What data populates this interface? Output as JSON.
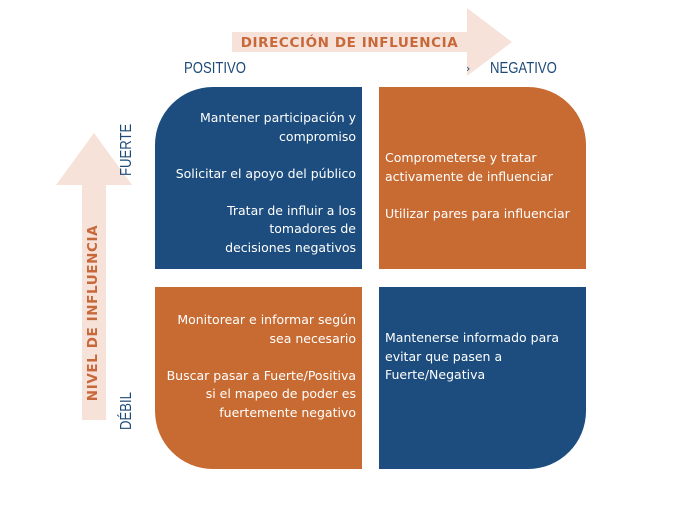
{
  "direction_arrow": {
    "label": "DIRECCIÓN DE INFLUENCIA"
  },
  "level_arrow": {
    "label": "NIVEL DE INFLUENCIA"
  },
  "columns": {
    "positive": "POSITIVO",
    "negative": "NEGATIVO"
  },
  "rows": {
    "strong": "FUERTE",
    "weak": "DÉBIL"
  },
  "quadrants": {
    "strong_positive": [
      "Mantener participación y compromiso",
      "Solicitar el apoyo del público",
      "Tratar de influir a los tomadores de decisiones negativos"
    ],
    "strong_negative": [
      "Comprometerse y tratar activamente de influenciar",
      "Utilizar pares para influenciar"
    ],
    "weak_positive": [
      "Monitorear e informar según sea necesario",
      "Buscar pasar a Fuerte/Positiva si el mapeo de poder es fuertemente negativo"
    ],
    "weak_negative": [
      "Mantenerse informado para evitar que pasen a Fuerte/Negativa"
    ]
  },
  "colors": {
    "blue": "#1d4d7e",
    "orange": "#c86b32",
    "arrow_fill": "#f6e2d8",
    "arrow_text": "#c8683a"
  }
}
